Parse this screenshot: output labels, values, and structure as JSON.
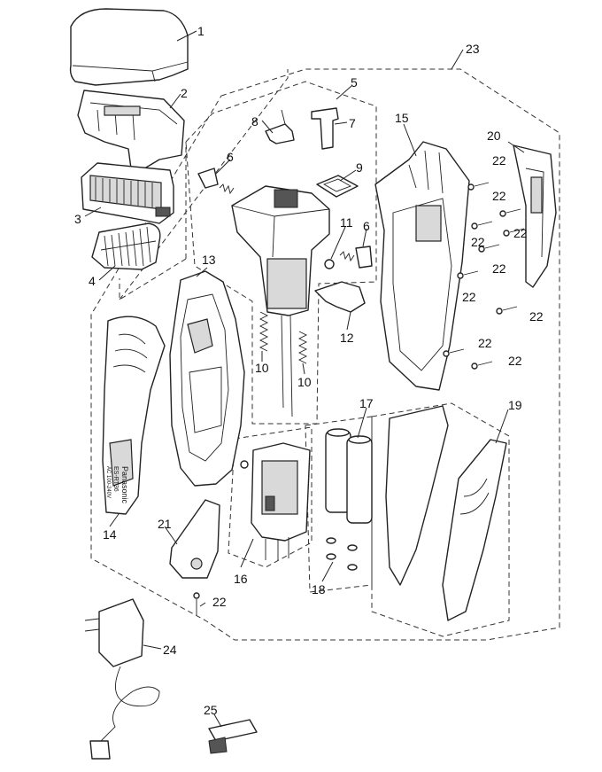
{
  "callouts": [
    {
      "id": "c1",
      "text": "1"
    },
    {
      "id": "c2",
      "text": "2"
    },
    {
      "id": "c3",
      "text": "3"
    },
    {
      "id": "c4",
      "text": "4"
    },
    {
      "id": "c5",
      "text": "5"
    },
    {
      "id": "c6a",
      "text": "6"
    },
    {
      "id": "c6b",
      "text": "6"
    },
    {
      "id": "c7",
      "text": "7"
    },
    {
      "id": "c8",
      "text": "8"
    },
    {
      "id": "c9",
      "text": "9"
    },
    {
      "id": "c10a",
      "text": "10"
    },
    {
      "id": "c10b",
      "text": "10"
    },
    {
      "id": "c11",
      "text": "11"
    },
    {
      "id": "c12",
      "text": "12"
    },
    {
      "id": "c13",
      "text": "13"
    },
    {
      "id": "c14",
      "text": "14"
    },
    {
      "id": "c15",
      "text": "15"
    },
    {
      "id": "c16",
      "text": "16"
    },
    {
      "id": "c17",
      "text": "17"
    },
    {
      "id": "c18",
      "text": "18"
    },
    {
      "id": "c19",
      "text": "19"
    },
    {
      "id": "c20",
      "text": "20"
    },
    {
      "id": "c21",
      "text": "21"
    },
    {
      "id": "c22a",
      "text": "22"
    },
    {
      "id": "c22b",
      "text": "22"
    },
    {
      "id": "c22c",
      "text": "22"
    },
    {
      "id": "c22d",
      "text": "22"
    },
    {
      "id": "c22e",
      "text": "22"
    },
    {
      "id": "c22f",
      "text": "22"
    },
    {
      "id": "c22g",
      "text": "22"
    },
    {
      "id": "c22h",
      "text": "22"
    },
    {
      "id": "c22i",
      "text": "22"
    },
    {
      "id": "c22j",
      "text": "22"
    },
    {
      "id": "c23",
      "text": "23"
    },
    {
      "id": "c24",
      "text": "24"
    },
    {
      "id": "c25",
      "text": "25"
    }
  ],
  "body_markings": {
    "brand": "Panasonic",
    "model": "ES-RT36",
    "rating": "AC 100-240V"
  }
}
